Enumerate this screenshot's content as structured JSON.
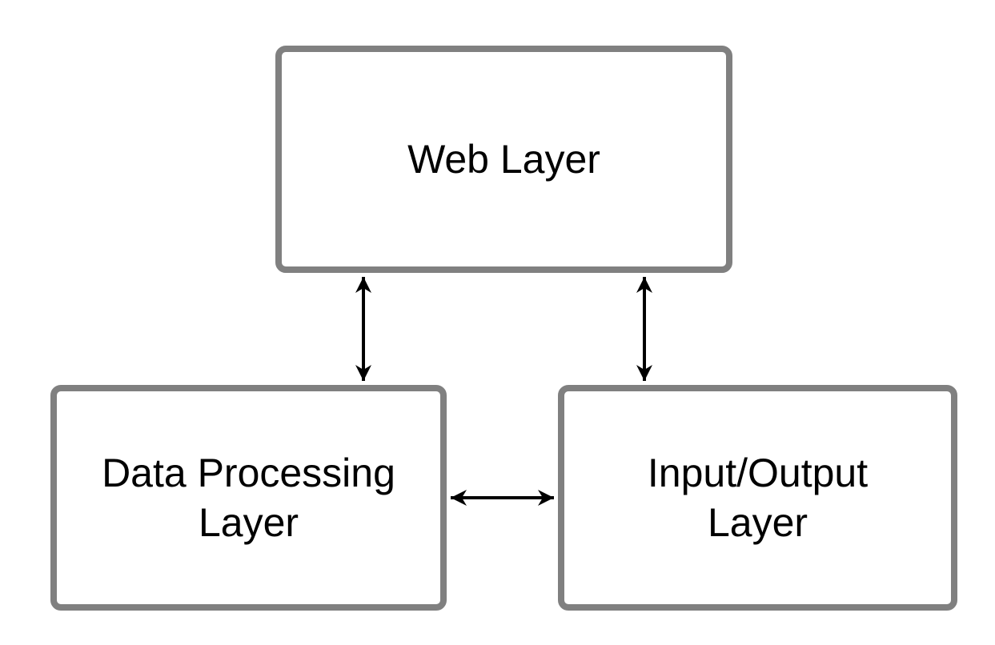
{
  "diagram": {
    "nodes": {
      "web": {
        "label": "Web Layer"
      },
      "data_processing": {
        "label": "Data Processing\nLayer"
      },
      "input_output": {
        "label": "Input/Output\nLayer"
      }
    },
    "edges": [
      {
        "from": "web",
        "to": "data_processing",
        "direction": "both"
      },
      {
        "from": "web",
        "to": "input_output",
        "direction": "both"
      },
      {
        "from": "data_processing",
        "to": "input_output",
        "direction": "both"
      }
    ],
    "colors": {
      "border": "#808080",
      "arrow": "#000000",
      "text": "#000000",
      "background": "#ffffff"
    }
  }
}
